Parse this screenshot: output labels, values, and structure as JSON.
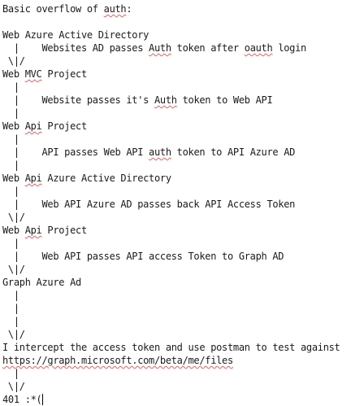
{
  "text": {
    "lines": [
      [
        "Basic overflow of ",
        {
          "t": "auth",
          "sq": true
        },
        ":"
      ],
      [
        ""
      ],
      [
        "Web Azure Active Directory"
      ],
      [
        "  |    Websites AD passes ",
        {
          "t": "Auth",
          "sq": true
        },
        " token after ",
        {
          "t": "oauth",
          "sq": true
        },
        " login"
      ],
      [
        " \\|/"
      ],
      [
        "Web ",
        {
          "t": "MVC",
          "sq": true
        },
        " Project"
      ],
      [
        "  |"
      ],
      [
        "  |    Website passes it's ",
        {
          "t": "Auth",
          "sq": true
        },
        " token to Web API"
      ],
      [
        "  |"
      ],
      [
        "Web ",
        {
          "t": "Api",
          "sq": true
        },
        " Project"
      ],
      [
        "  |"
      ],
      [
        "  |    API passes Web API ",
        {
          "t": "auth",
          "sq": true
        },
        " token to API Azure AD"
      ],
      [
        "  |"
      ],
      [
        "Web ",
        {
          "t": "Api",
          "sq": true
        },
        " Azure Active Directory"
      ],
      [
        "  |"
      ],
      [
        "  |    Web API Azure AD passes back API Access Token"
      ],
      [
        " \\|/"
      ],
      [
        "Web ",
        {
          "t": "Api",
          "sq": true
        },
        " Project"
      ],
      [
        "  |"
      ],
      [
        "  |    Web API passes API access Token to Graph AD"
      ],
      [
        " \\|/"
      ],
      [
        "Graph Azure Ad"
      ],
      [
        "  |"
      ],
      [
        "  |"
      ],
      [
        "  |"
      ],
      [
        " \\|/"
      ],
      [
        "I intercept the access token and use postman to test against"
      ],
      [
        {
          "t": "https://graph.microsoft.com/beta/me/files",
          "sq": true
        }
      ],
      [
        "  |"
      ],
      [
        " \\|/"
      ],
      [
        "401 :*("
      ]
    ],
    "caret_after_line": 30
  }
}
